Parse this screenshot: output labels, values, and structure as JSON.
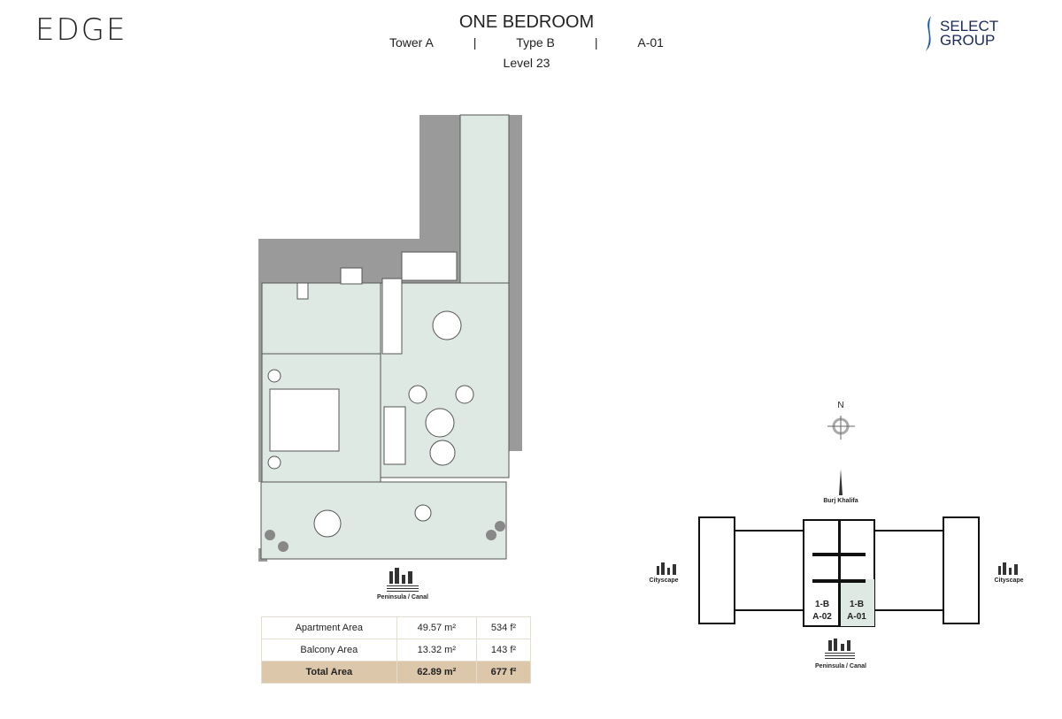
{
  "header": {
    "brand_logo": "EDGE",
    "developer_logo": [
      "SELECT",
      "GROUP"
    ],
    "title": "ONE BEDROOM",
    "tower": "Tower A",
    "separator": "|",
    "type": "Type B",
    "unit": "A-01",
    "level": "Level 23"
  },
  "floorplan": {
    "view_label": "Peninsula / Canal",
    "colors": {
      "wall": "#9a9a9a",
      "interior": "#dfe9e3",
      "outline": "#555555"
    }
  },
  "area_table": {
    "rows": [
      {
        "label": "Apartment Area",
        "metric": "49.57 m²",
        "imperial": "534 f²"
      },
      {
        "label": "Balcony Area",
        "metric": "13.32 m²",
        "imperial": "143 f²"
      },
      {
        "label": "Total Area",
        "metric": "62.89 m²",
        "imperial": "677 f²"
      }
    ],
    "total_row_color": "#dcc7ab"
  },
  "key_plan": {
    "north": "N",
    "top_view": "Burj Khalifa",
    "left_view": "Cityscape",
    "right_view": "Cityscape",
    "bottom_view": "Peninsula / Canal",
    "units": [
      {
        "type": "1-B",
        "code": "A-02",
        "highlighted": false
      },
      {
        "type": "1-B",
        "code": "A-01",
        "highlighted": true
      }
    ],
    "highlight_color": "#dfe9e3"
  }
}
